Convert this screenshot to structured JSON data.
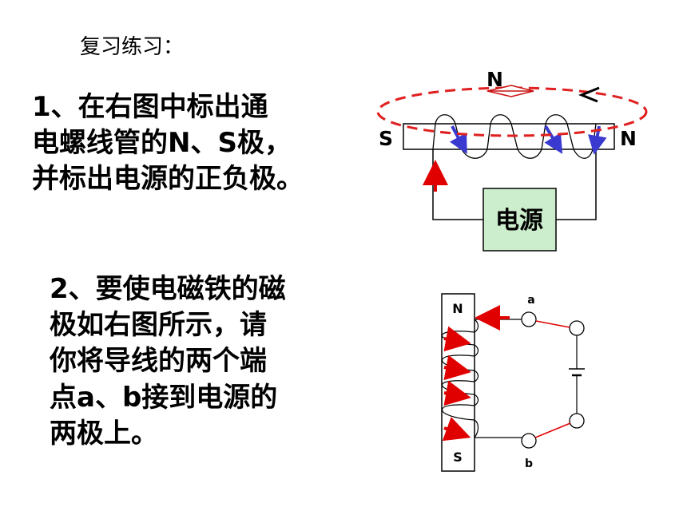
{
  "heading": "复习练习：",
  "question1": {
    "lines": [
      "1、在右图中标出通",
      "电螺线管的N、S极，",
      "并标出电源的正负极。"
    ]
  },
  "question2": {
    "lines": [
      "2、要使电磁铁的磁",
      "极如右图所示，请",
      "你将导线的两个端",
      "点a、b接到电源的",
      "两极上。"
    ]
  },
  "diagram1": {
    "compass_label": "N",
    "left_pole": "S",
    "right_pole": "N",
    "power_label": "电源",
    "colors": {
      "field_line": "#e02020",
      "coil_arrow": "#3a3ad0",
      "current_arrow": "#e00000",
      "power_fill": "#cceecc"
    }
  },
  "diagram2": {
    "top_pole": "N",
    "bottom_pole": "S",
    "terminal_a": "a",
    "terminal_b": "b",
    "colors": {
      "arrow": "#e00000",
      "wire": "#e00000"
    }
  }
}
